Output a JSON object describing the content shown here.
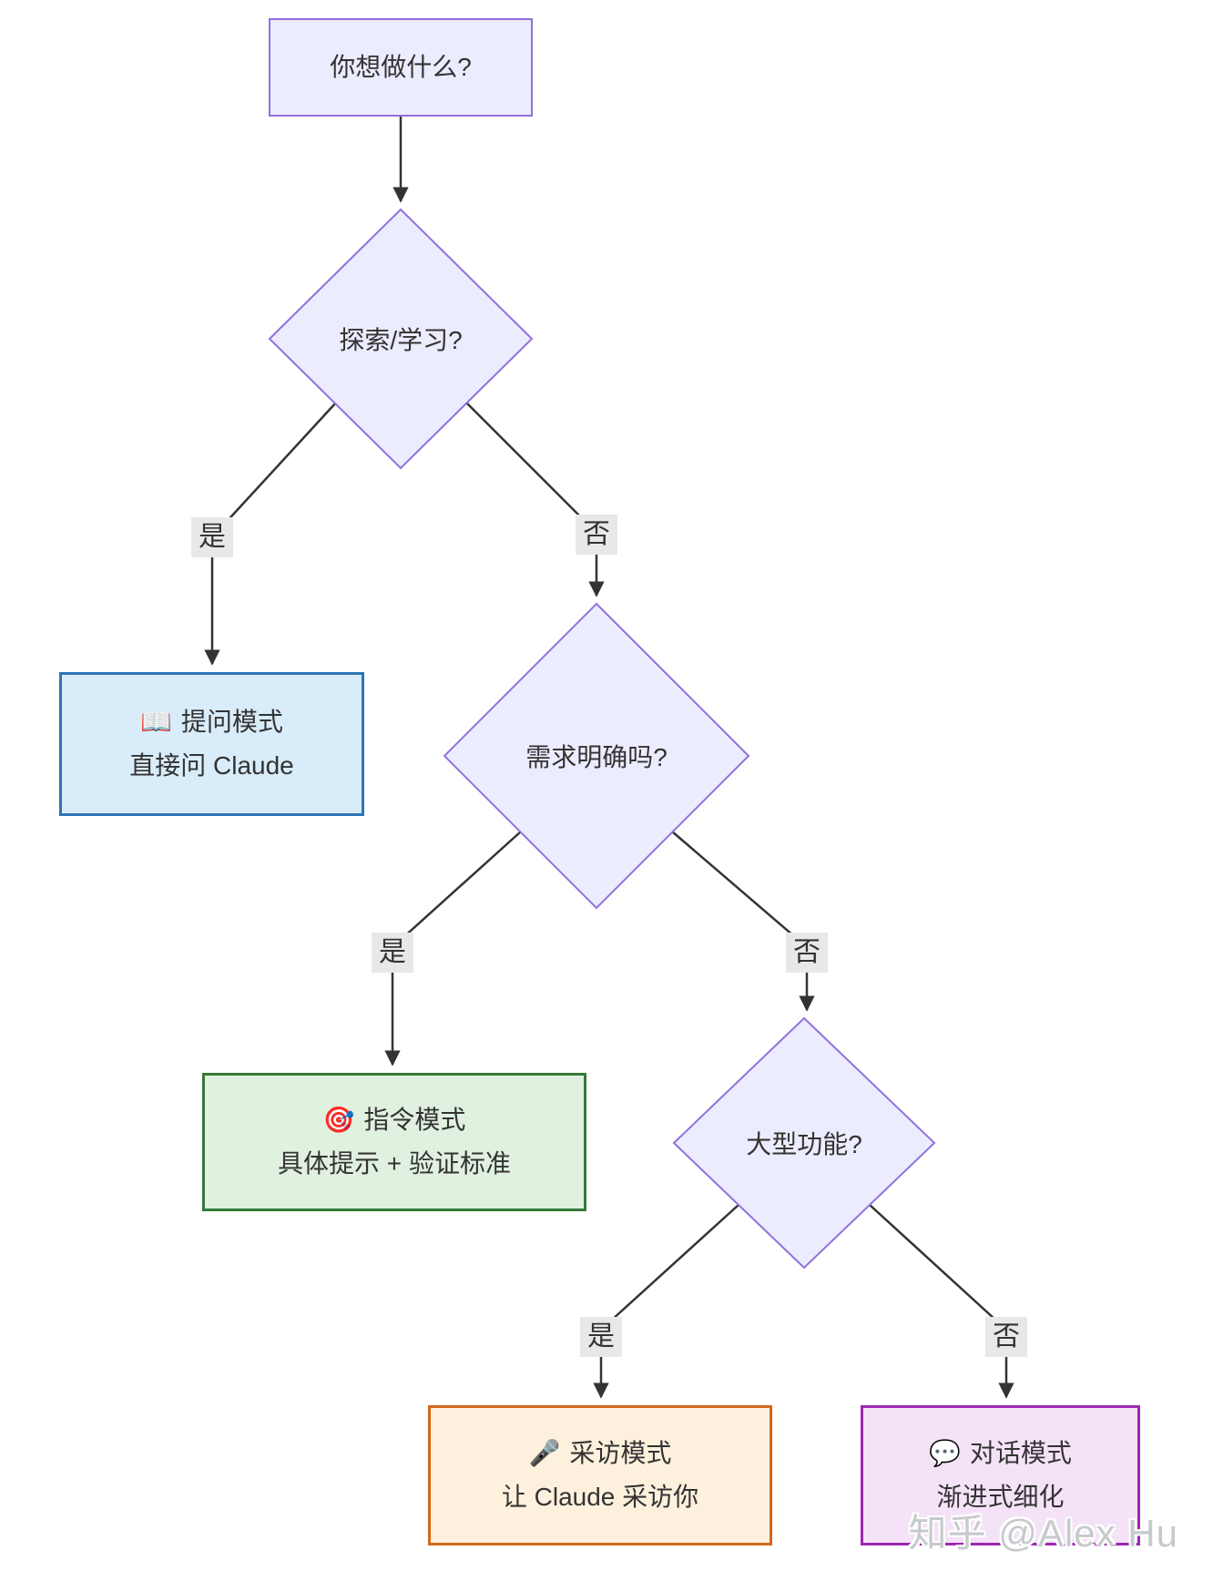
{
  "flowchart": {
    "start": {
      "id": "start",
      "label": "你想做什么?"
    },
    "decisions": [
      {
        "id": "explore",
        "label": "探索/学习?"
      },
      {
        "id": "clear",
        "label": "需求明确吗?"
      },
      {
        "id": "large",
        "label": "大型功能?"
      }
    ],
    "outcomes": [
      {
        "id": "ask",
        "icon": "📖",
        "icon_name": "open-book-icon",
        "title": "提问模式",
        "subtitle": "直接问 Claude",
        "fill": "#d9ecf9",
        "border": "#2e75b6"
      },
      {
        "id": "command",
        "icon": "🎯",
        "icon_name": "target-icon",
        "title": "指令模式",
        "subtitle": "具体提示 + 验证标准",
        "fill": "#e0f1e0",
        "border": "#357a38"
      },
      {
        "id": "interview",
        "icon": "🎤",
        "icon_name": "microphone-icon",
        "title": "采访模式",
        "subtitle": "让 Claude 采访你",
        "fill": "#fdf1dd",
        "border": "#d2691e"
      },
      {
        "id": "dialogue",
        "icon": "💬",
        "icon_name": "speech-balloon-icon",
        "title": "对话模式",
        "subtitle": "渐进式细化",
        "fill": "#f4e3f7",
        "border": "#9c27b0"
      }
    ],
    "edges": [
      {
        "from": "start",
        "to": "explore",
        "label": ""
      },
      {
        "from": "explore",
        "to": "ask",
        "label": "是"
      },
      {
        "from": "explore",
        "to": "clear",
        "label": "否"
      },
      {
        "from": "clear",
        "to": "command",
        "label": "是"
      },
      {
        "from": "clear",
        "to": "large",
        "label": "否"
      },
      {
        "from": "large",
        "to": "interview",
        "label": "是"
      },
      {
        "from": "large",
        "to": "dialogue",
        "label": "否"
      }
    ],
    "theme": {
      "decision_fill": "#ECECFF",
      "decision_border": "#9370DB",
      "edge_line": "#333333",
      "edge_label_bg": "#e8e8e8",
      "text_color": "#333333"
    }
  },
  "watermark": {
    "text": "知乎 @Alex Hu"
  }
}
